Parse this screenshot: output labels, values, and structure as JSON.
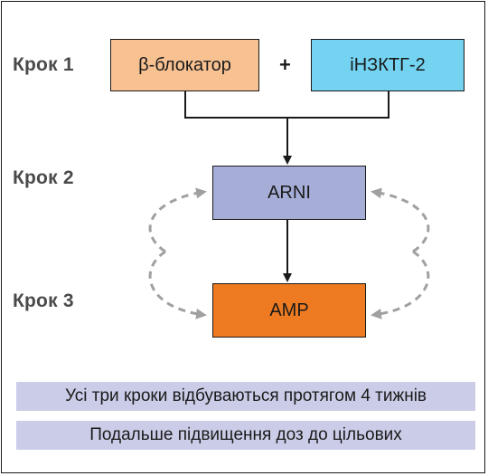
{
  "steps": {
    "step1": "Крок 1",
    "step2": "Крок 2",
    "step3": "Крок 3"
  },
  "boxes": {
    "beta_blocker": "β-блокатор",
    "plus": "+",
    "sglt2": "іНЗКТГ-2",
    "arni": "ARNI",
    "amp": "AMP"
  },
  "banners": {
    "line1": "Усі три кроки відбуваються протягом 4 тижнів",
    "line2": "Подальше підвищення доз до цільових"
  },
  "colors": {
    "beta_blocker": "#f8c192",
    "sglt2": "#73d3f1",
    "arni": "#a6aed8",
    "amp": "#ee7b22",
    "banner": "#cbcde8",
    "dashed_arrow": "#a0a0a0"
  }
}
